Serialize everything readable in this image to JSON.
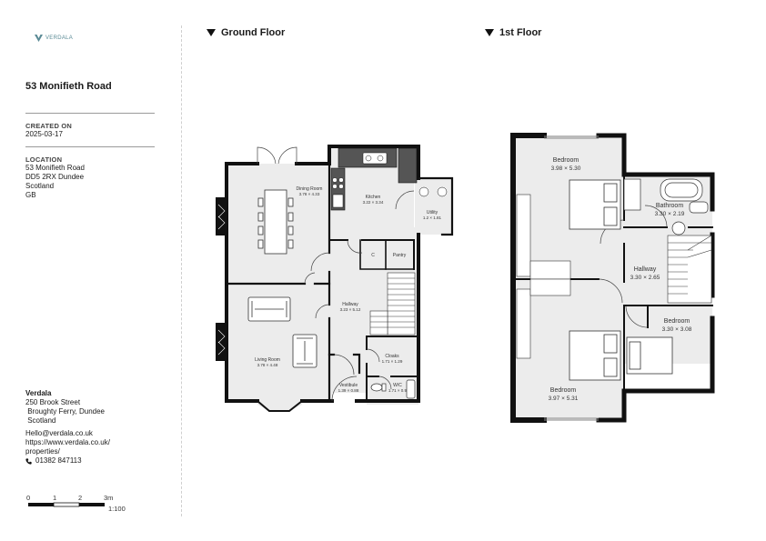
{
  "brand": {
    "logo_text": "VERDALA",
    "accent": "#5a8a95"
  },
  "property": {
    "title": "53 Monifieth Road"
  },
  "created": {
    "label": "CREATED ON",
    "value": "2025-03-17"
  },
  "location": {
    "label": "LOCATION",
    "lines": [
      "53 Monifieth Road",
      "DD5 2RX Dundee",
      "Scotland",
      "GB"
    ]
  },
  "company": {
    "name": "Verdala",
    "address": [
      "250 Brook Street",
      " Broughty Ferry, Dundee",
      " Scotland"
    ],
    "email": "Hello@verdala.co.uk",
    "url_line1": "https://www.verdala.co.uk/",
    "url_line2": "properties/",
    "phone": "01382 847113",
    "phone_icon": "phone-icon"
  },
  "scale": {
    "ticks": [
      "0",
      "1",
      "2",
      "3m"
    ],
    "ratio": "1:100"
  },
  "floors": {
    "ground": {
      "heading": "Ground Floor",
      "rooms": [
        {
          "name": "Dining Room",
          "dims": "3.78 × 4.33"
        },
        {
          "name": "Kitchen",
          "dims": "3.22 × 3.34"
        },
        {
          "name": "Utility",
          "dims": "1.2 × 1.81"
        },
        {
          "name": "C",
          "dims": ""
        },
        {
          "name": "Pantry",
          "dims": ""
        },
        {
          "name": "Hallway",
          "dims": "3.23 × 5.12"
        },
        {
          "name": "Living Room",
          "dims": "3.78 × 4.48"
        },
        {
          "name": "Cloaks",
          "dims": "1.71 × 1.29"
        },
        {
          "name": "Vestibule",
          "dims": "1.39 × 0.88"
        },
        {
          "name": "W/C",
          "dims": "1.71 × 0.9"
        }
      ]
    },
    "first": {
      "heading": "1st Floor",
      "rooms": [
        {
          "name": "Bedroom",
          "dims": "3.98 × 5.30"
        },
        {
          "name": "Bathroom",
          "dims": "3.30 × 2.19"
        },
        {
          "name": "Hallway",
          "dims": "3.30 × 2.65"
        },
        {
          "name": "Bedroom",
          "dims": "3.30 × 3.08"
        },
        {
          "name": "Bedroom",
          "dims": "3.97 × 5.31"
        }
      ]
    }
  }
}
